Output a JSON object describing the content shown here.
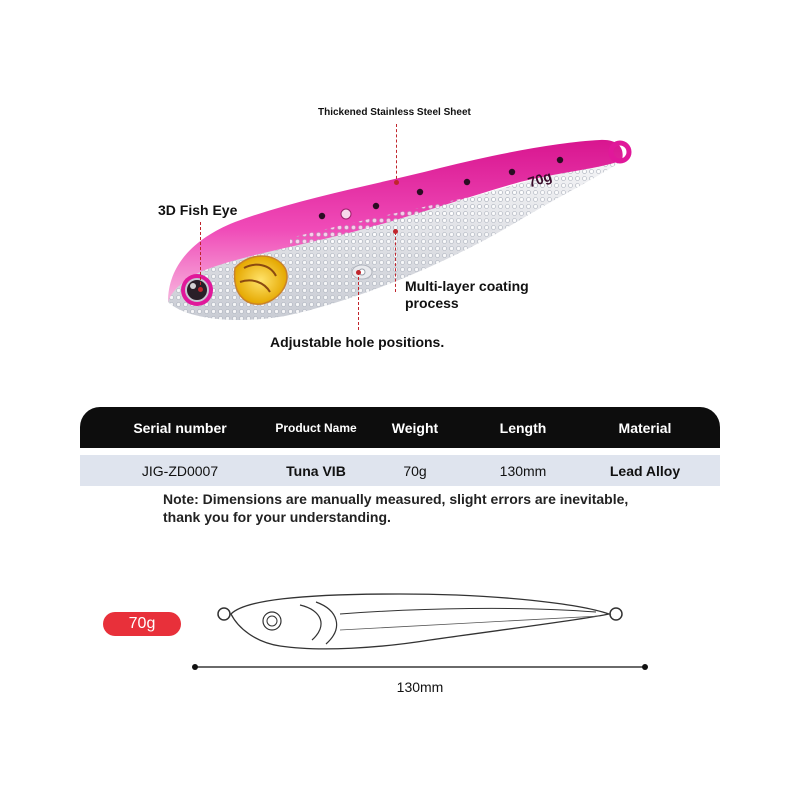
{
  "callouts": {
    "steel_sheet": "Thickened Stainless Steel Sheet",
    "fish_eye": "3D Fish Eye",
    "coating_line1": "Multi-layer coating",
    "coating_line2": "process",
    "hole_positions": "Adjustable hole positions.",
    "body_mark": "70g"
  },
  "spec_table": {
    "headers": [
      "Serial number",
      "Product Name",
      "Weight",
      "Length",
      "Material"
    ],
    "row": [
      "JIG-ZD0007",
      "Tuna VIB",
      "70g",
      "130mm",
      "Lead Alloy"
    ]
  },
  "note": {
    "line1": "Note: Dimensions are manually measured, slight errors are inevitable,",
    "line2": "thank you for your understanding."
  },
  "diagram": {
    "weight_badge": "70g",
    "length_label": "130mm"
  },
  "colors": {
    "accent_red": "#e8303a",
    "leader_red": "#c0252c",
    "lure_pink": "#e0189a",
    "header_black": "#0d0d0d",
    "row_gray": "#dfe4ee"
  }
}
